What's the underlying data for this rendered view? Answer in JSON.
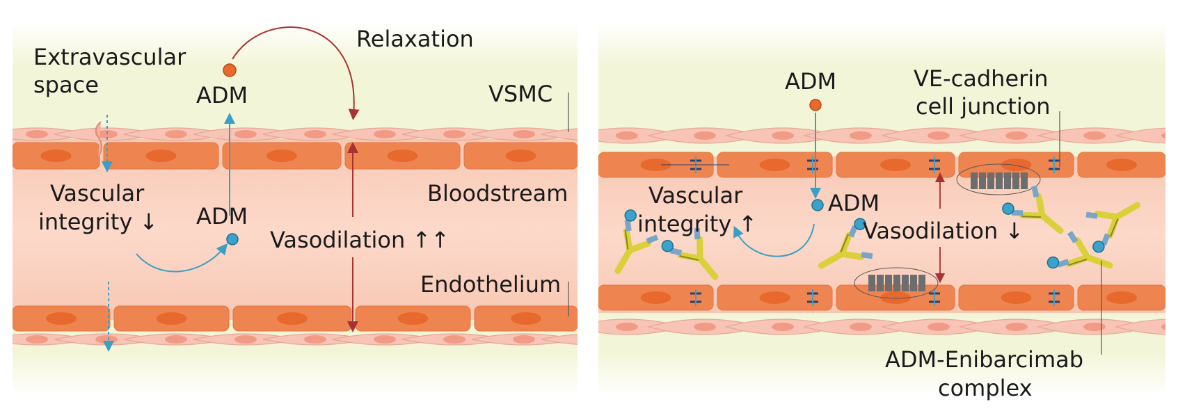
{
  "left_panel": {
    "labels": {
      "extravascular_1": "Extravascular",
      "extravascular_2": "space",
      "adm_top": "ADM",
      "relaxation": "Relaxation",
      "vsmc": "VSMC",
      "bloodstream": "Bloodstream",
      "vascular_1": "Vascular",
      "vascular_2": "integrity ↓",
      "adm_bottom": "ADM",
      "vasodilation": "Vasodilation ↑↑",
      "endothelium": "Endothelium"
    }
  },
  "right_panel": {
    "labels": {
      "adm_top": "ADM",
      "vecad_1": "VE-cadherin",
      "vecad_2": "cell junction",
      "adm_mid": "ADM",
      "vascular_1": "Vascular",
      "vascular_2": "integrity ↑",
      "vasodilation": "Vasodilation ↓",
      "complex_1": "ADM-Enibarcimab",
      "complex_2": "complex"
    }
  },
  "colors": {
    "background_yellow": "#f3f5d6",
    "blood_pink": "#fbd3c4",
    "endothelial_cell": "#ee8550",
    "nucleus": "#e8692e",
    "smooth_muscle": "#f6bfb1",
    "adm_orange": "#e8692e",
    "adm_blue": "#3ba3c9",
    "antibody_yellow": "#d9d03a",
    "receptor_gray": "#6d6d6d",
    "arrow_red": "#a83232",
    "arrow_blue": "#3a9fc4"
  }
}
